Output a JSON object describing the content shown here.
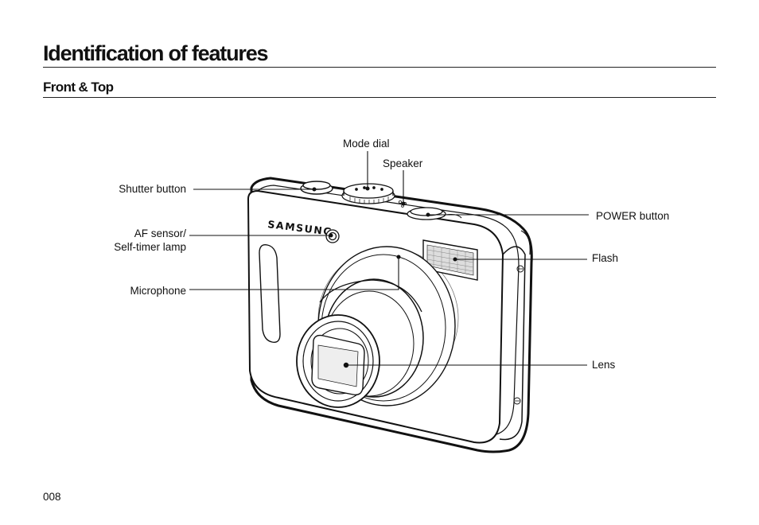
{
  "page": {
    "title": "Identification of features",
    "section": "Front & Top",
    "page_number": "008"
  },
  "camera": {
    "brand_logo_text": "SAMSUNG"
  },
  "callouts": {
    "mode_dial": "Mode dial",
    "speaker": "Speaker",
    "shutter_button": "Shutter button",
    "power_button": "POWER button",
    "af_sensor_line1": "AF sensor/",
    "af_sensor_line2": "Self-timer lamp",
    "flash": "Flash",
    "microphone": "Microphone",
    "lens": "Lens"
  }
}
